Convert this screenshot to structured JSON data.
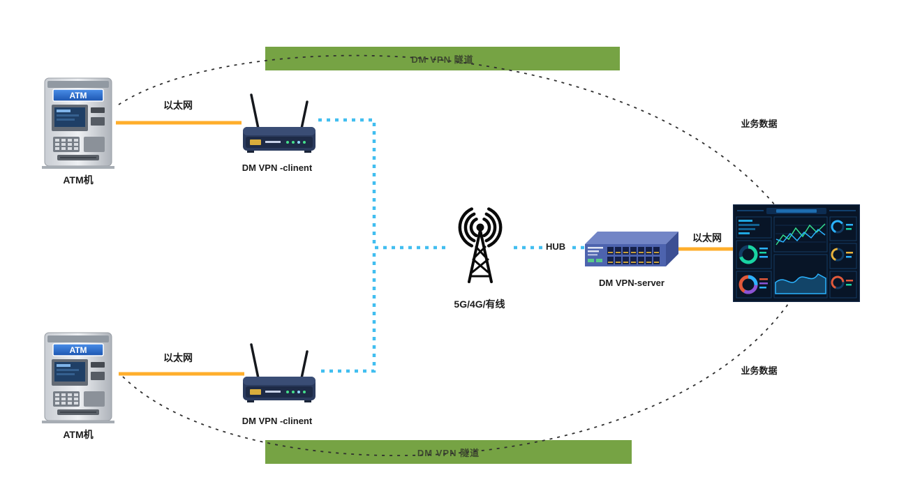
{
  "diagram": {
    "tunnel_banner_top": "DM VPN 隧道",
    "tunnel_banner_bottom": "DM VPN 隧道",
    "atm_top": {
      "label": "ATM机",
      "badge": "ATM"
    },
    "atm_bottom": {
      "label": "ATM机",
      "badge": "ATM"
    },
    "router_top": {
      "label": "DM VPN -clinent"
    },
    "router_bottom": {
      "label": "DM VPN -clinent"
    },
    "antenna": {
      "label": "5G/4G/有线"
    },
    "hub": {
      "label": "HUB"
    },
    "server": {
      "label": "DM VPN-server"
    },
    "links": {
      "ethernet_top": "以太网",
      "ethernet_bottom": "以太网",
      "ethernet_right": "以太网",
      "business_data_top": "业务数据",
      "business_data_bottom": "业务数据"
    },
    "colors": {
      "tunnel_green": "#76A344",
      "ethernet_orange": "#FFAE2B",
      "link_blue": "#41BEF0",
      "dash_dark": "#2F2F2F"
    }
  }
}
